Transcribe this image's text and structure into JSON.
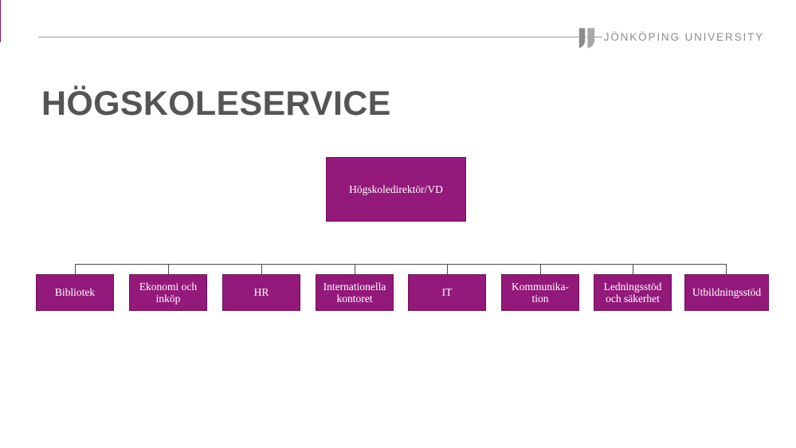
{
  "slide": {
    "title": "HÖGSKOLESERVICE",
    "background_color": "#ffffff",
    "title_color": "#555555"
  },
  "brand": {
    "wordmark": "JÖNKÖPING UNIVERSITY",
    "mark_icon": "shield-logo-icon",
    "color": "#8c8c8c"
  },
  "header": {
    "rule_color": "#9a9a9a"
  },
  "org_chart": {
    "accent_color": "#93197a",
    "border_color": "#6f1159",
    "connector_color": "#4a4a4a",
    "trunk_color": "#7d1566",
    "root": {
      "label": "Högskoledirektör/VD"
    },
    "children": [
      {
        "label": "Bibliotek"
      },
      {
        "label": "Ekonomi och\ninköp"
      },
      {
        "label": "HR"
      },
      {
        "label": "Internationella\nkontoret"
      },
      {
        "label": "IT"
      },
      {
        "label": "Kommunika-\ntion"
      },
      {
        "label": "Ledningsstöd\noch säkerhet"
      },
      {
        "label": "Utbildningsstöd"
      }
    ]
  }
}
